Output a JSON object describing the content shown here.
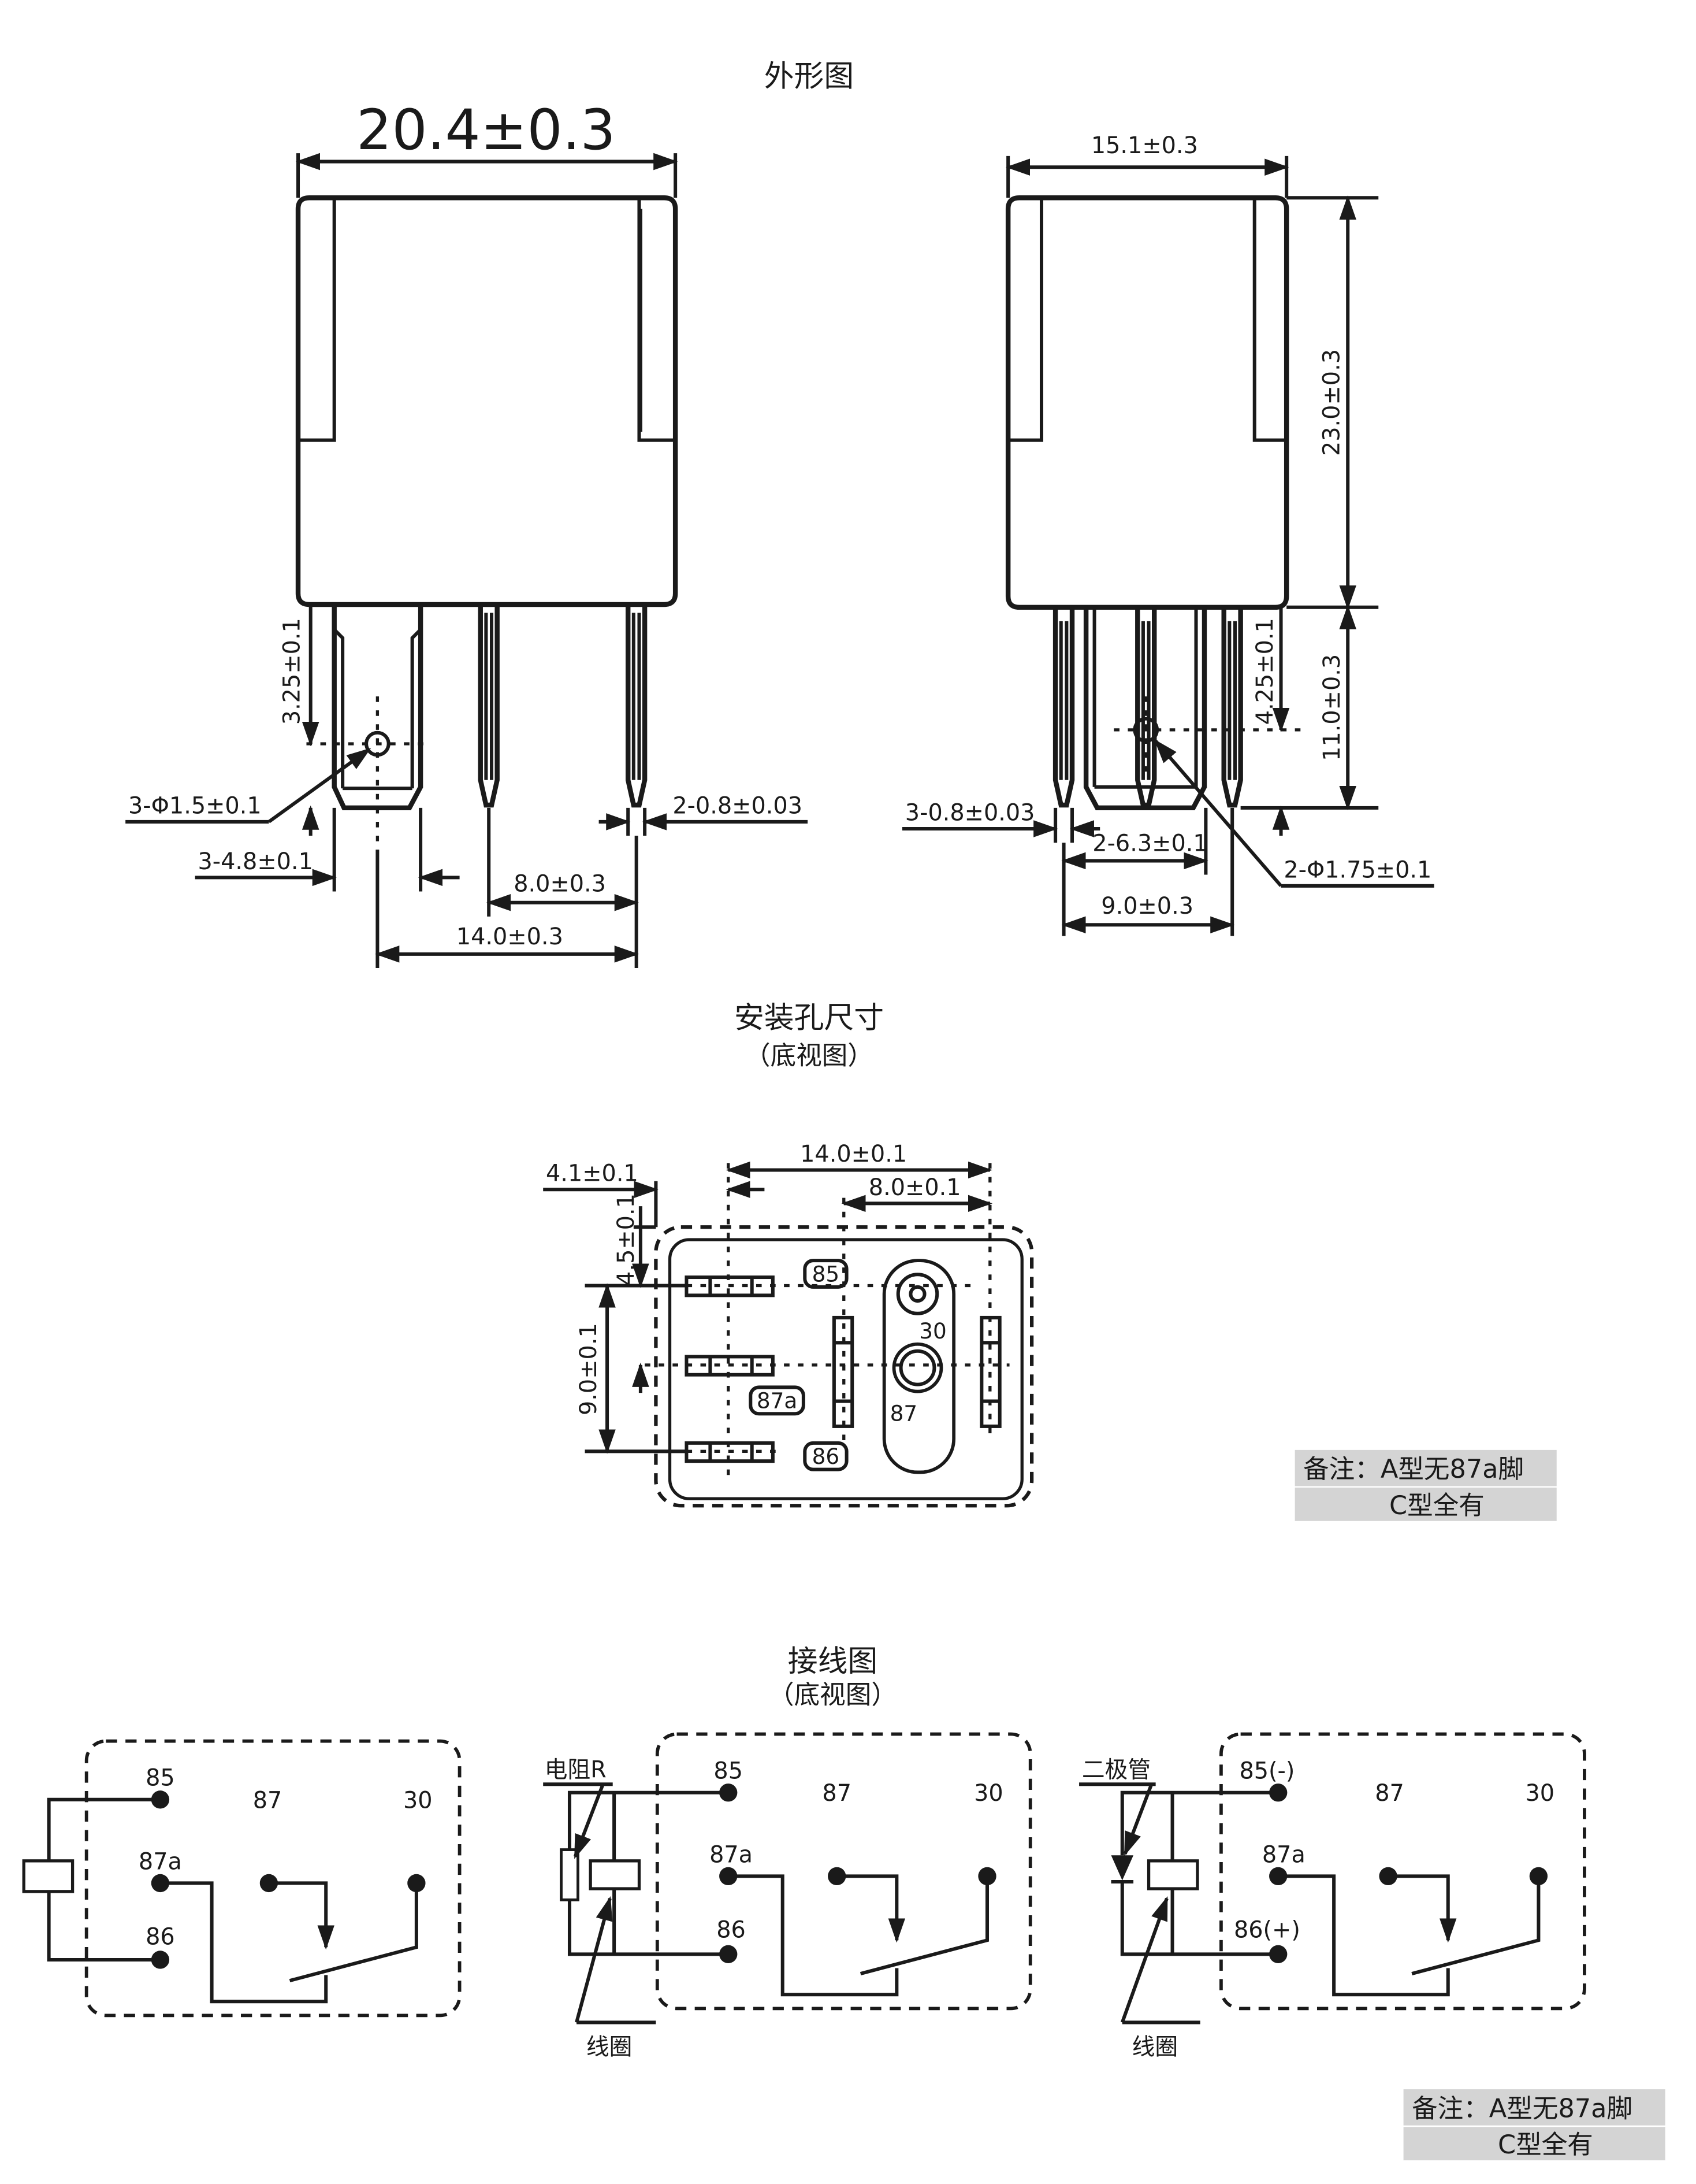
{
  "sections": {
    "outline_title": "外形图",
    "mounting_title": "安装孔尺寸",
    "mounting_subtitle": "（底视图）",
    "wiring_title": "接线图",
    "wiring_subtitle": "（底视图）"
  },
  "front_view": {
    "width_dim": "20.4±0.3",
    "pin_top_dim": "3.25±0.1",
    "hole_dim": "3-Φ1.5±0.1",
    "pin_width_dim": "3-4.8±0.1",
    "spacing_8_dim": "8.0±0.3",
    "spacing_14_dim": "14.0±0.3",
    "pin_thick_dim": "2-0.8±0.03"
  },
  "side_view": {
    "width_dim": "15.1±0.3",
    "height_dim": "23.0±0.3",
    "pin_len_dim": "11.0±0.3",
    "pin_top_dim": "4.25±0.1",
    "pin_thick_dim": "3-0.8±0.03",
    "pin_pitch_dim": "2-6.3±0.1",
    "spacing_9_dim": "9.0±0.3",
    "hole_dim": "2-Φ1.75±0.1"
  },
  "mounting": {
    "dim_4_1": "4.1±0.1",
    "dim_14": "14.0±0.1",
    "dim_8": "8.0±0.1",
    "dim_4_5": "4.5±0.1",
    "dim_9": "9.0±0.1",
    "pins": [
      "85",
      "30",
      "87a",
      "87",
      "86"
    ]
  },
  "note_1": {
    "label": "备注：A型无87a脚",
    "line2": "C型全有"
  },
  "note_2": {
    "label": "备注：A型无87a脚",
    "line2": "C型全有"
  },
  "wiring": {
    "diagram_1": {
      "pins": [
        "85",
        "87",
        "30",
        "87a",
        "86"
      ]
    },
    "diagram_2": {
      "resistor_label": "电阻R",
      "coil_label": "线圈",
      "pins": [
        "85",
        "87",
        "30",
        "87a",
        "86"
      ]
    },
    "diagram_3": {
      "diode_label": "二极管",
      "coil_label": "线圈",
      "pins": [
        "85(-)",
        "87",
        "30",
        "87a",
        "86(+)"
      ]
    }
  }
}
